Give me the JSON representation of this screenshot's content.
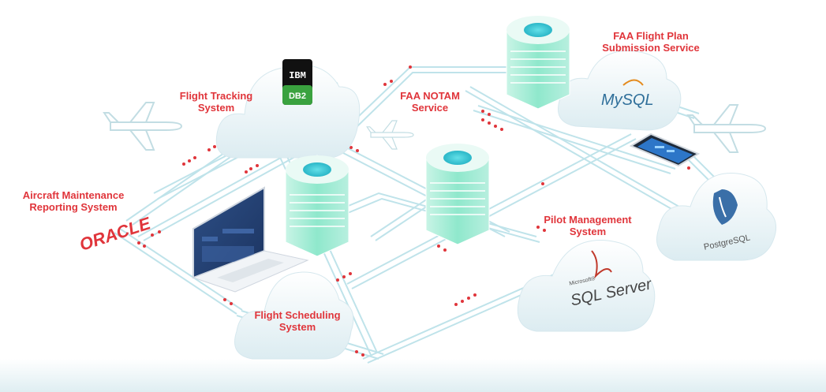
{
  "labels": {
    "flight_tracking": [
      "Flight Tracking",
      "System"
    ],
    "aircraft_maintenance": [
      "Aircraft Maintenance",
      "Reporting System"
    ],
    "faa_notam": [
      "FAA NOTAM",
      "Service"
    ],
    "faa_flight_plan": [
      "FAA Flight Plan",
      "Submission Service"
    ],
    "pilot_management": [
      "Pilot Management",
      "System"
    ],
    "flight_scheduling": [
      "Flight Scheduling",
      "System"
    ]
  },
  "logos": {
    "ibm": "IBM",
    "db2": "DB2",
    "mysql": "MySQL",
    "oracle": "ORACLE",
    "microsoft": "Microsoft®",
    "sql_server": "SQL Server",
    "postgresql": "PostgreSQL"
  },
  "colors": {
    "label": "#e0353b",
    "pipe": "#bfe3ea",
    "dot": "#e0353b",
    "server_green": "#7ee3c6",
    "cloud": "#eef6f8"
  },
  "icons": [
    "airplane-icon",
    "laptop-icon",
    "phone-icon",
    "server-icon",
    "cloud-icon"
  ]
}
